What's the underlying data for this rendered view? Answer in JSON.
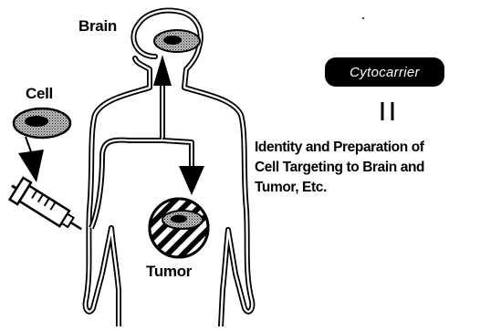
{
  "labels": {
    "brain": "Brain",
    "cell": "Cell",
    "tumor": "Tumor"
  },
  "badge": {
    "text": "Cytocarrier"
  },
  "description": {
    "line1": "Identity and Preparation of",
    "line2": "Cell Targeting to Brain and",
    "line3": "Tumor, Etc."
  },
  "colors": {
    "ink": "#000000",
    "background": "#ffffff",
    "badge_text": "#ffffff"
  }
}
